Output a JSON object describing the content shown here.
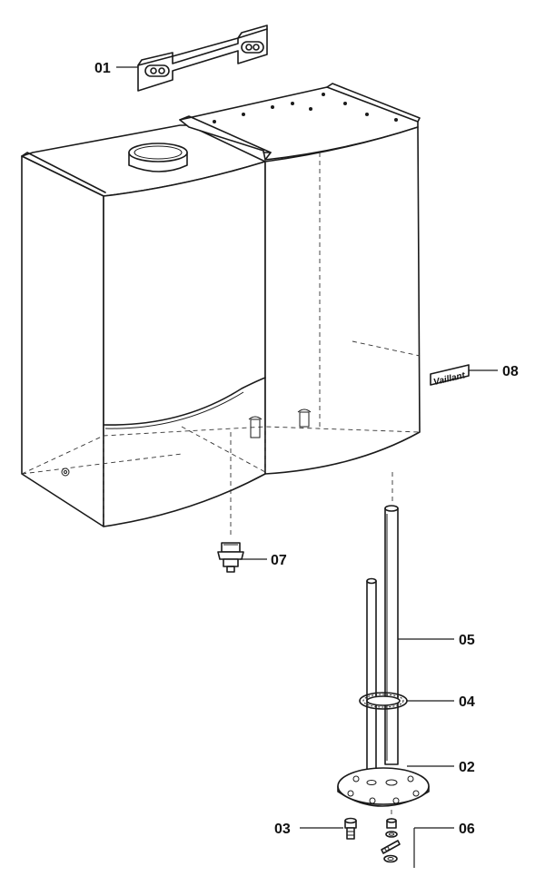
{
  "diagram": {
    "labels": {
      "p01": "01",
      "p02": "02",
      "p03": "03",
      "p04": "04",
      "p05": "05",
      "p06": "06",
      "p07": "07",
      "p08": "08"
    },
    "logo": "Vaillant"
  }
}
